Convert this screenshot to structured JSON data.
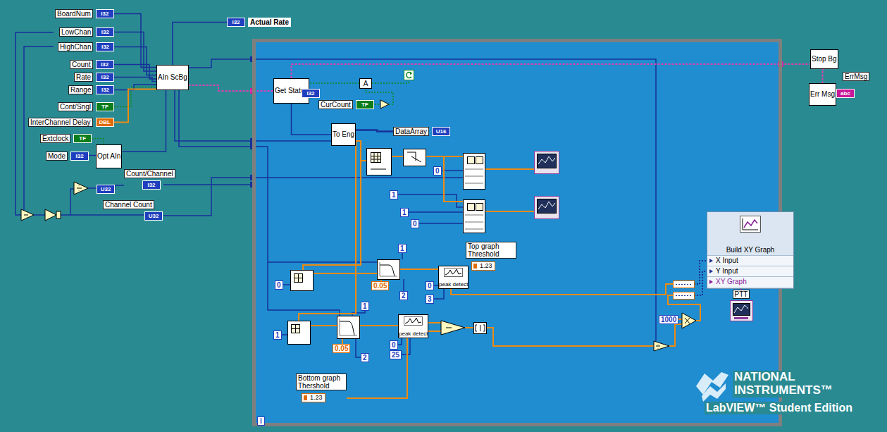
{
  "diagram": {
    "nodes": [
      {
        "text": [
          "BoardNum",
          "I32"
        ]
      },
      {
        "text": [
          "LowChan",
          "I32"
        ]
      },
      {
        "text": [
          "HighChan",
          "I32"
        ]
      },
      {
        "text": [
          "Count",
          "I32"
        ]
      },
      {
        "text": [
          "Rate",
          "I32"
        ]
      },
      {
        "text": [
          "Range",
          "I32"
        ]
      },
      {
        "text": [
          "Cont/Sngl",
          "TF"
        ]
      },
      {
        "text": [
          "InterChannel Delay",
          "DBL"
        ]
      },
      {
        "text": [
          "Extclock",
          "TF"
        ]
      },
      {
        "text": [
          "Mode",
          "I32"
        ]
      },
      {
        "text": [
          "Opt AIn"
        ]
      },
      {
        "text": [
          "AIn ScBg"
        ]
      },
      {
        "text": [
          "I32",
          "Actual Rate"
        ]
      },
      {
        "text": [
          "Count/Channel",
          "I32"
        ]
      },
      {
        "text": [
          "Channel Count",
          "U32"
        ]
      },
      {
        "text": [
          "U32"
        ]
      },
      {
        "text": [
          "i"
        ]
      },
      {
        "text": [
          "Get Status"
        ],
        "in": 16
      },
      {
        "text": [
          "I32"
        ],
        "in": 16
      },
      {
        "text": [
          "CurCount",
          "TF"
        ],
        "in": 16
      },
      {
        "text": [
          "A"
        ],
        "in": 16
      },
      {
        "text": [
          "To Eng"
        ],
        "in": 16
      },
      {
        "text": [
          "DataArray",
          "U16"
        ],
        "in": 16
      },
      {
        "text": [
          "0"
        ],
        "in": 16
      },
      {
        "text": [
          "1"
        ],
        "in": 16
      },
      {
        "text": [
          "1"
        ],
        "in": 16
      },
      {
        "text": [
          "0"
        ],
        "in": 16
      },
      {
        "text": [
          "0"
        ],
        "in": 16
      },
      {
        "text": [
          "1"
        ],
        "in": 16
      },
      {
        "text": [
          "0.05"
        ],
        "in": 16
      },
      {
        "text": [
          "2"
        ],
        "in": 16
      },
      {
        "text": [
          "peak detect"
        ],
        "in": 16
      },
      {
        "text": [
          "0"
        ],
        "in": 16
      },
      {
        "text": [
          "3"
        ],
        "in": 16
      },
      {
        "text": [
          "Top graph Threshold",
          "1.23"
        ],
        "in": 16
      },
      {
        "text": [
          "1"
        ],
        "in": 16
      },
      {
        "text": [
          "1"
        ],
        "in": 16
      },
      {
        "text": [
          "0.05"
        ],
        "in": 16
      },
      {
        "text": [
          "2"
        ],
        "in": 16
      },
      {
        "text": [
          "peak detect"
        ],
        "in": 16
      },
      {
        "text": [
          "0"
        ],
        "in": 16
      },
      {
        "text": [
          "25"
        ],
        "in": 16
      },
      {
        "text": [
          "Bottom graph Thershold",
          "1.23"
        ],
        "in": 16
      },
      {
        "text": [
          "1000"
        ],
        "in": 16
      },
      {
        "text": [
          "Build XY Graph",
          "X Input",
          "Y Input",
          "XY Graph"
        ],
        "in": 16
      },
      {
        "text": [
          "PTT"
        ],
        "in": 16
      },
      {
        "text": [
          "Stop Bg"
        ]
      },
      {
        "text": [
          "Err Msg"
        ]
      },
      {
        "text": [
          "ErrMsg",
          "abc"
        ]
      }
    ],
    "edges": [
      {
        "from": 0,
        "to": 11,
        "arrow": "none"
      },
      {
        "from": 1,
        "to": 11,
        "arrow": "none"
      },
      {
        "from": 2,
        "to": 11,
        "arrow": "none"
      },
      {
        "from": 3,
        "to": 11,
        "arrow": "none"
      },
      {
        "from": 4,
        "to": 11,
        "arrow": "none"
      },
      {
        "from": 5,
        "to": 11,
        "arrow": "none"
      },
      {
        "from": 6,
        "to": 11,
        "arrow": "none"
      },
      {
        "from": 7,
        "to": 11,
        "arrow": "none"
      },
      {
        "from": 9,
        "to": 10,
        "arrow": "none"
      },
      {
        "from": 8,
        "to": 10,
        "arrow": "none"
      },
      {
        "from": 10,
        "to": 11,
        "arrow": "none"
      },
      {
        "from": 11,
        "to": 12,
        "arrow": "none"
      },
      {
        "from": 11,
        "to": 17,
        "arrow": "none"
      },
      {
        "from": 17,
        "to": 18,
        "arrow": "none"
      },
      {
        "from": 17,
        "to": 21,
        "arrow": "none"
      },
      {
        "from": 17,
        "to": 46,
        "arrow": "none"
      },
      {
        "from": 46,
        "to": 47,
        "arrow": "none"
      },
      {
        "from": 47,
        "to": 48,
        "arrow": "none"
      },
      {
        "from": 15,
        "to": 13,
        "arrow": "none"
      },
      {
        "from": 21,
        "to": 22,
        "arrow": "none"
      },
      {
        "from": 34,
        "to": 31,
        "arrow": "none"
      },
      {
        "from": 42,
        "to": 39,
        "arrow": "none"
      },
      {
        "from": 44,
        "to": 45,
        "arrow": "none"
      }
    ],
    "labels": [
      "NATIONAL",
      "INSTRUMENTS™",
      "LabVIEW™ Student Edition"
    ]
  }
}
